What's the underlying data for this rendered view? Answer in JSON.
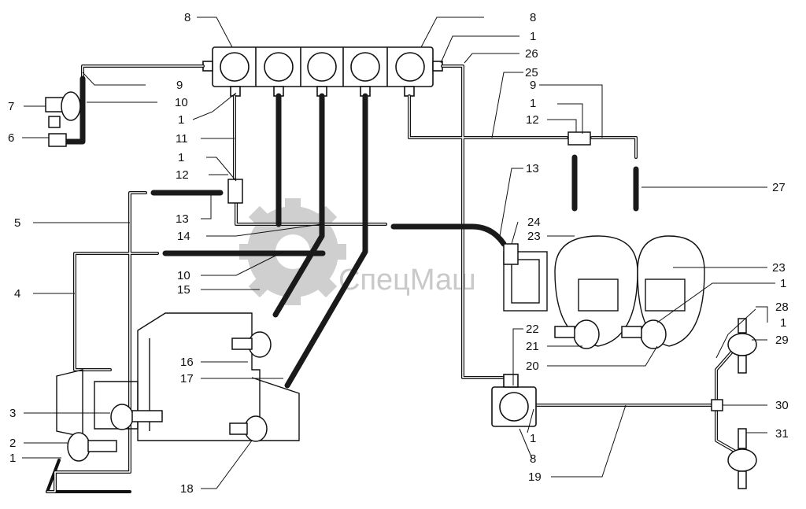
{
  "diagram": {
    "watermark": "СпецМаш",
    "callouts": [
      {
        "id": "c8a",
        "text": "8"
      },
      {
        "id": "c8b",
        "text": "8"
      },
      {
        "id": "c1a",
        "text": "1"
      },
      {
        "id": "c26",
        "text": "26"
      },
      {
        "id": "c25",
        "text": "25"
      },
      {
        "id": "c9a",
        "text": "9"
      },
      {
        "id": "c9b",
        "text": "9"
      },
      {
        "id": "c7",
        "text": "7"
      },
      {
        "id": "c10a",
        "text": "10"
      },
      {
        "id": "c6",
        "text": "6"
      },
      {
        "id": "c1b",
        "text": "1"
      },
      {
        "id": "c11",
        "text": "11"
      },
      {
        "id": "c1c",
        "text": "1"
      },
      {
        "id": "c12a",
        "text": "12"
      },
      {
        "id": "c1d",
        "text": "1"
      },
      {
        "id": "c12b",
        "text": "12"
      },
      {
        "id": "c13a",
        "text": "13"
      },
      {
        "id": "c13b",
        "text": "13"
      },
      {
        "id": "c27",
        "text": "27"
      },
      {
        "id": "c5",
        "text": "5"
      },
      {
        "id": "c14",
        "text": "14"
      },
      {
        "id": "c24",
        "text": "24"
      },
      {
        "id": "c23a",
        "text": "23"
      },
      {
        "id": "c23b",
        "text": "23"
      },
      {
        "id": "c10b",
        "text": "10"
      },
      {
        "id": "c4",
        "text": "4"
      },
      {
        "id": "c15",
        "text": "15"
      },
      {
        "id": "c1e",
        "text": "1"
      },
      {
        "id": "c28",
        "text": "28"
      },
      {
        "id": "c1f",
        "text": "1"
      },
      {
        "id": "c22",
        "text": "22"
      },
      {
        "id": "c29",
        "text": "29"
      },
      {
        "id": "c21",
        "text": "21"
      },
      {
        "id": "c16",
        "text": "16"
      },
      {
        "id": "c20",
        "text": "20"
      },
      {
        "id": "c17",
        "text": "17"
      },
      {
        "id": "c3",
        "text": "3"
      },
      {
        "id": "c30",
        "text": "30"
      },
      {
        "id": "c2",
        "text": "2"
      },
      {
        "id": "c1g",
        "text": "1"
      },
      {
        "id": "c31",
        "text": "31"
      },
      {
        "id": "c1h",
        "text": "1"
      },
      {
        "id": "c8c",
        "text": "8"
      },
      {
        "id": "c19",
        "text": "19"
      },
      {
        "id": "c18",
        "text": "18"
      }
    ]
  }
}
